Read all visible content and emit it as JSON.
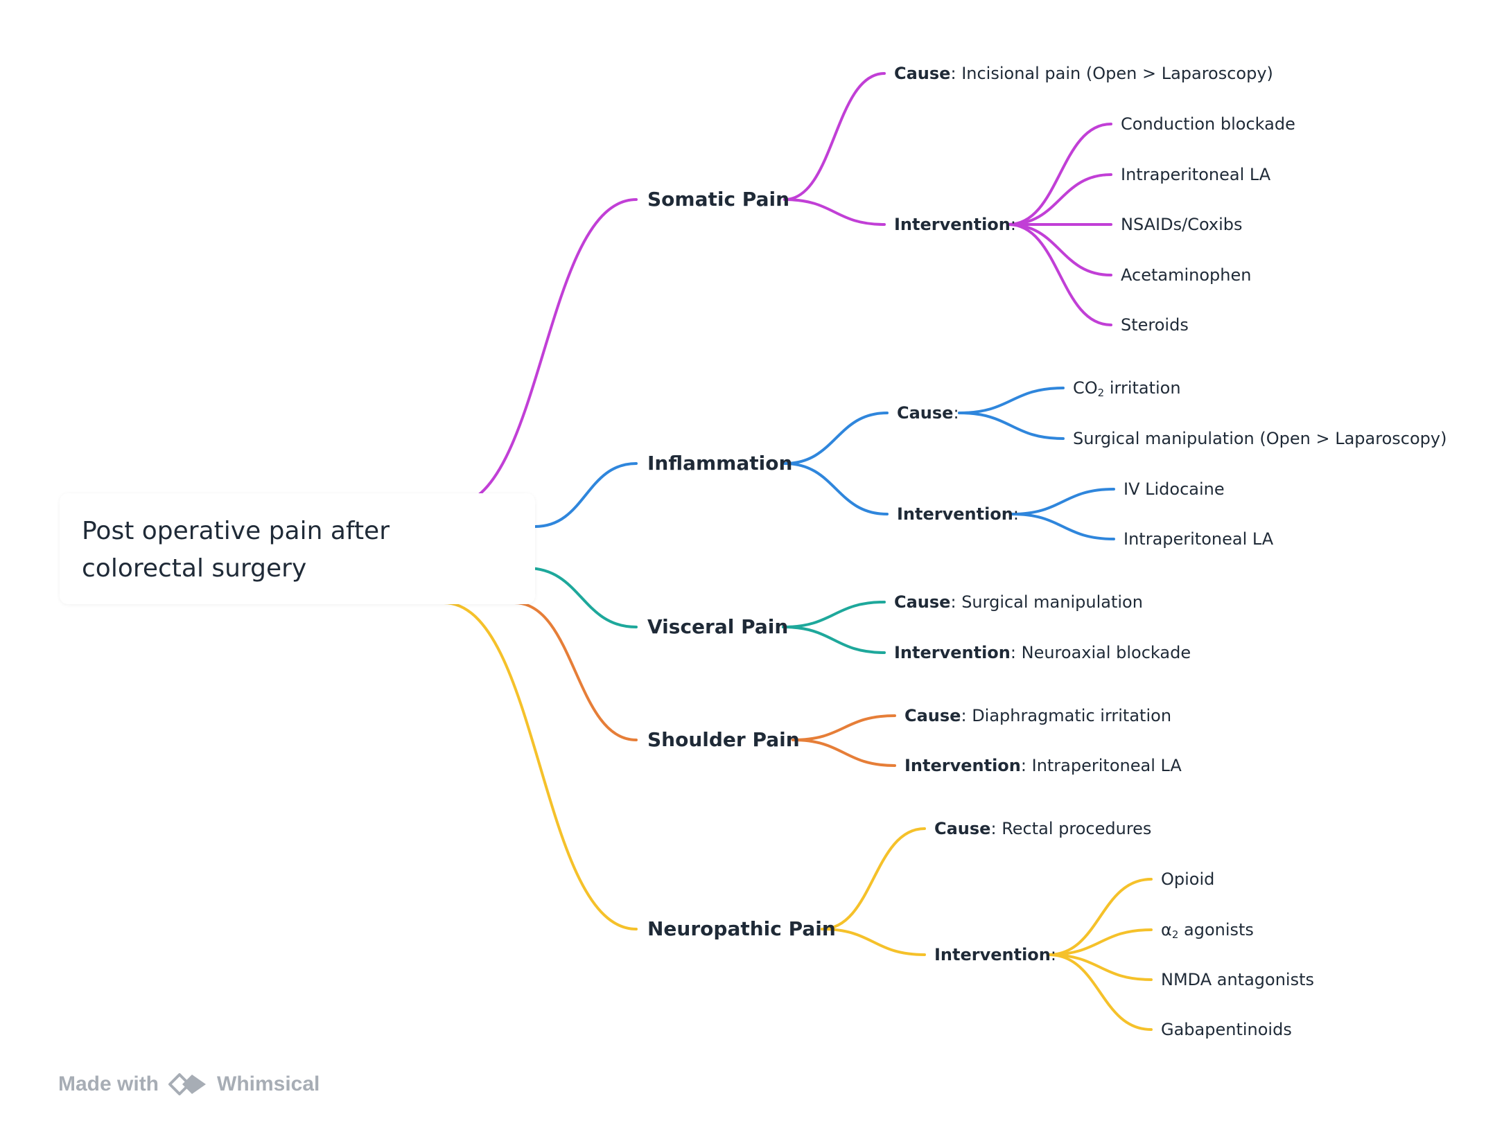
{
  "root": {
    "title": "Post operative pain after colorectal surgery"
  },
  "colors": {
    "somatic": "#c13fd6",
    "inflammation": "#2f86dc",
    "visceral": "#1ea89b",
    "shoulder": "#e67e38",
    "neuropathic": "#f5c12a"
  },
  "branches": {
    "somatic": {
      "label": "Somatic Pain",
      "cause": {
        "label": "Cause",
        "text": "Incisional pain (Open > Laparoscopy)"
      },
      "intervention": {
        "label": "Intervention",
        "sep": ":"
      },
      "items": [
        "Conduction blockade",
        "Intraperitoneal LA",
        "NSAIDs/Coxibs",
        "Acetaminophen",
        "Steroids"
      ]
    },
    "inflammation": {
      "label": "Inflammation",
      "cause": {
        "label": "Cause",
        "sep": ":"
      },
      "cause_items": [
        {
          "pre": "CO",
          "sub": "2",
          "post": " irritation"
        },
        {
          "text": "Surgical manipulation (Open > Laparoscopy)"
        }
      ],
      "intervention": {
        "label": "Intervention",
        "sep": ":"
      },
      "items": [
        "IV Lidocaine",
        "Intraperitoneal LA"
      ]
    },
    "visceral": {
      "label": "Visceral Pain",
      "cause": {
        "label": "Cause",
        "text": "Surgical manipulation"
      },
      "intervention": {
        "label": "Intervention",
        "text": "Neuroaxial blockade"
      }
    },
    "shoulder": {
      "label": "Shoulder Pain",
      "cause": {
        "label": "Cause",
        "text": "Diaphragmatic irritation"
      },
      "intervention": {
        "label": "Intervention",
        "text": "Intraperitoneal LA"
      }
    },
    "neuropathic": {
      "label": "Neuropathic Pain",
      "cause": {
        "label": "Cause",
        "text": "Rectal procedures"
      },
      "intervention": {
        "label": "Intervention",
        "sep": ":"
      },
      "items": [
        {
          "text": "Opioid"
        },
        {
          "pre": "α",
          "sub": "2",
          "post": " agonists"
        },
        {
          "text": "NMDA antagonists"
        },
        {
          "text": "Gabapentinoids"
        }
      ]
    }
  },
  "footer": {
    "made_with": "Made with",
    "brand": "Whimsical"
  }
}
